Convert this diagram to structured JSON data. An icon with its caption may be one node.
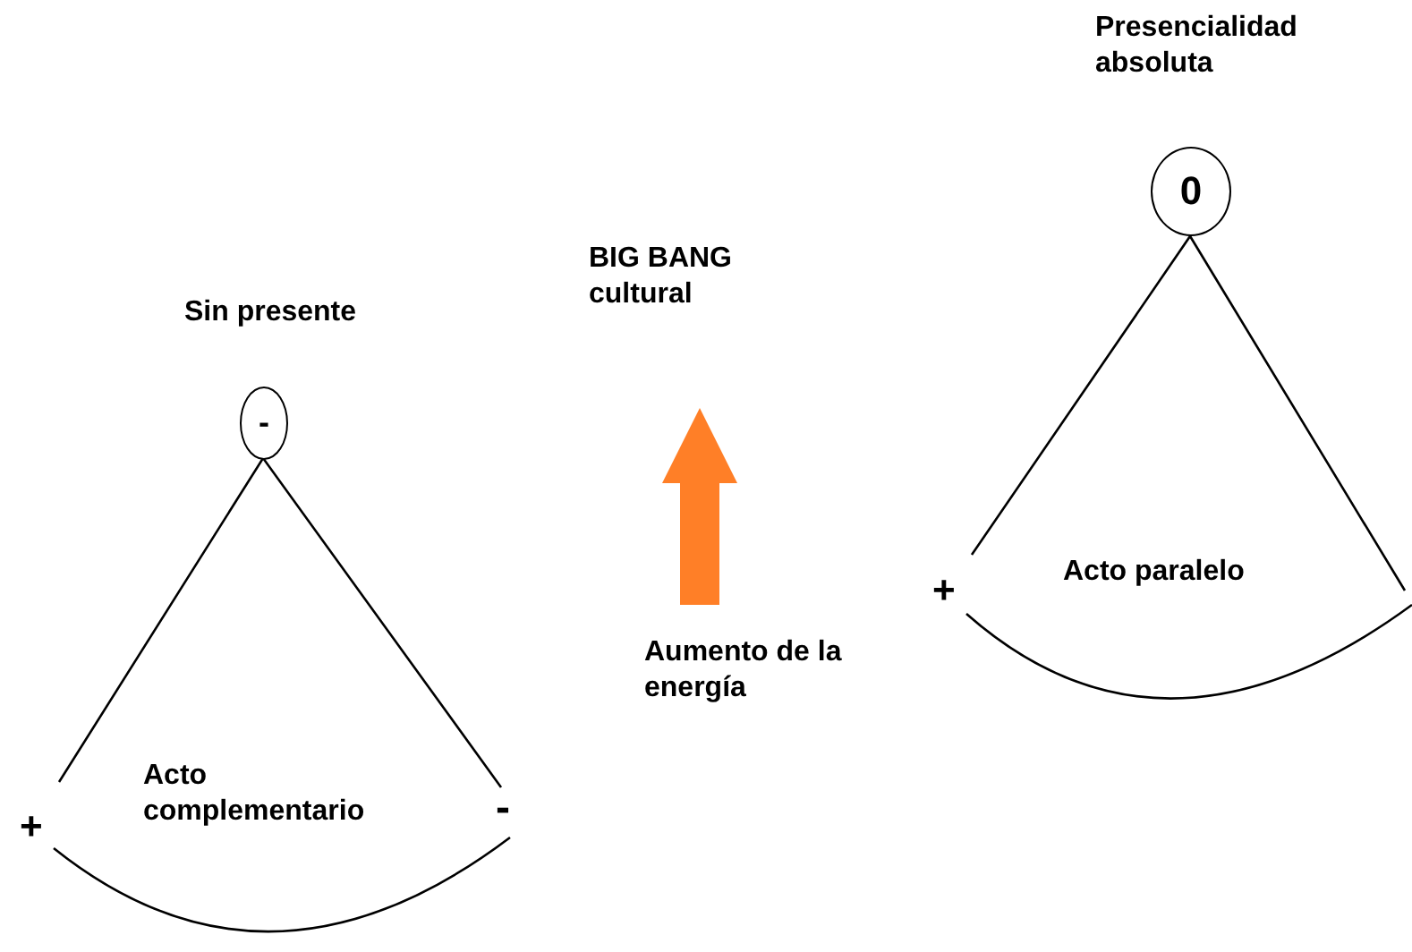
{
  "diagram": {
    "nodes": [
      {
        "text": [
          "-"
        ],
        "beside": [
          "Sin presente"
        ]
      },
      {
        "text": [
          "0"
        ],
        "beside": [
          "Presencialidad absoluta"
        ]
      }
    ],
    "labels": [
      "Acto complementario",
      "+",
      "-",
      "BIG BANG cultural",
      "Aumento de la energía",
      "Acto paralelo",
      "+"
    ]
  }
}
